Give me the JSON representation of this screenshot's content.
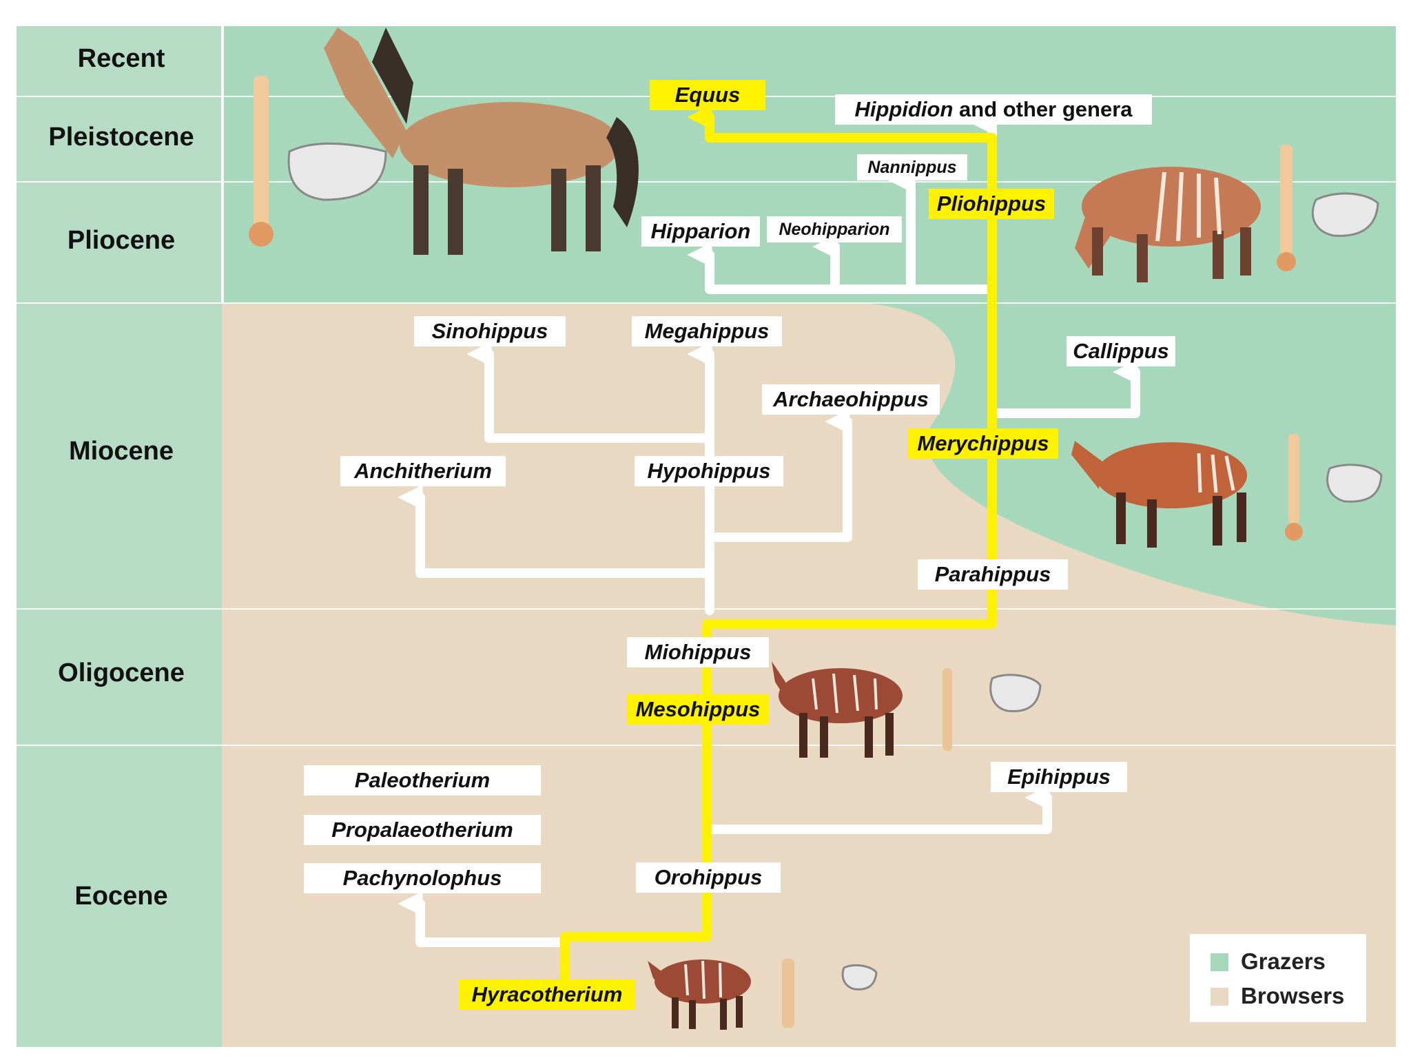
{
  "colors": {
    "grazers": "#a8d8bc",
    "browsers": "#ead9c2",
    "epoch_column": "#b7dcc6",
    "main_lineage": "#fff200",
    "side_branch": "#ffffff"
  },
  "epochs": [
    {
      "key": "recent",
      "label": "Recent"
    },
    {
      "key": "pleistocene",
      "label": "Pleistocene"
    },
    {
      "key": "pliocene",
      "label": "Pliocene"
    },
    {
      "key": "miocene",
      "label": "Miocene"
    },
    {
      "key": "oligocene",
      "label": "Oligocene"
    },
    {
      "key": "eocene",
      "label": "Eocene"
    }
  ],
  "genera": {
    "equus": "Equus",
    "hippidion": "Hippidion",
    "hippidion_suffix": "and other genera",
    "nannippus": "Nannippus",
    "pliohippus": "Pliohippus",
    "hipparion": "Hipparion",
    "neohipparion": "Neohipparion",
    "sinohippus": "Sinohippus",
    "megahippus": "Megahippus",
    "callippus": "Callippus",
    "archaeohippus": "Archaeohippus",
    "merychippus": "Merychippus",
    "anchitherium": "Anchitherium",
    "hypohippus": "Hypohippus",
    "parahippus": "Parahippus",
    "miohippus": "Miohippus",
    "mesohippus": "Mesohippus",
    "paleotherium": "Paleotherium",
    "propalaeotherium": "Propalaeotherium",
    "pachynolophus": "Pachynolophus",
    "epihippus": "Epihippus",
    "orohippus": "Orohippus",
    "hyracotherium": "Hyracotherium"
  },
  "legend": {
    "items": [
      {
        "label": "Grazers",
        "color": "#a8d8bc"
      },
      {
        "label": "Browsers",
        "color": "#ead9c2"
      }
    ]
  }
}
